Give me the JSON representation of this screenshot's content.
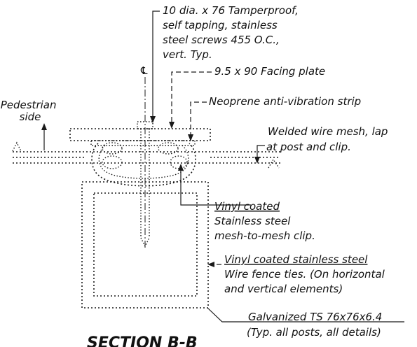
{
  "labels": {
    "screws": [
      "10 dia. x 76 Tamperproof,",
      "self tapping, stainless",
      "steel screws 455 O.C.,",
      "vert. Typ."
    ],
    "centerline": "℄",
    "facing_plate": "9.5 x 90 Facing plate",
    "pedestrian": [
      "Pedestrian",
      "side"
    ],
    "neoprene": "Neoprene anti-vibration strip",
    "mesh": [
      "Welded wire mesh, lap",
      "at post and clip."
    ],
    "clip": [
      "Vinyl coated",
      "Stainless steel",
      "mesh-to-mesh clip."
    ],
    "ties": [
      "Vinyl coated stainless steel",
      "Wire fence ties. (On horizontal",
      "and vertical elements)"
    ],
    "post": [
      "Galvanized TS 76x76x6.4",
      "(Typ. all posts, all details)"
    ],
    "section_title": "SECTION B-B"
  }
}
